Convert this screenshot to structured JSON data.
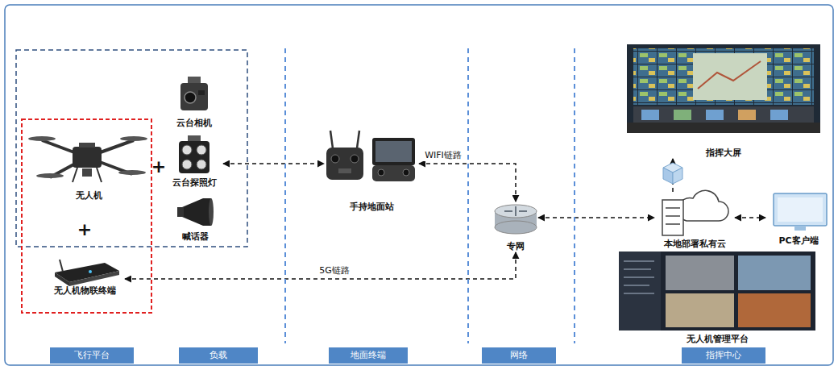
{
  "diagram": {
    "nodes": [
      {
        "text": [
          "云台相机"
        ]
      },
      {
        "text": [
          "无人机"
        ]
      },
      {
        "text": [
          "云台探照灯"
        ]
      },
      {
        "text": [
          "喊话器"
        ]
      },
      {
        "text": [
          "无人机物联终端"
        ]
      },
      {
        "text": [
          "手持地面站"
        ]
      },
      {
        "text": [
          "专网"
        ]
      },
      {
        "text": [
          "指挥大屏"
        ]
      },
      {
        "text": [
          "本地部署私有云"
        ]
      },
      {
        "text": [
          "PC客户端"
        ]
      },
      {
        "text": [
          "无人机管理平台"
        ]
      },
      {
        "text": [
          "飞行平台"
        ]
      },
      {
        "text": [
          "负载"
        ]
      },
      {
        "text": [
          "地面终端"
        ]
      },
      {
        "text": [
          "网络"
        ]
      },
      {
        "text": [
          "指挥中心"
        ]
      }
    ],
    "edges": [
      {
        "from": 2,
        "to": 5,
        "arrow": "both"
      },
      {
        "from": 5,
        "to": 6,
        "label": "WIFI链路",
        "arrow": "both"
      },
      {
        "from": 4,
        "to": 6,
        "label": "5G链路",
        "arrow": "both"
      },
      {
        "from": 6,
        "to": 8,
        "arrow": "both"
      },
      {
        "from": 8,
        "to": 9,
        "arrow": "both"
      },
      {
        "from": 8,
        "to": 7,
        "arrow": "to"
      }
    ],
    "labels": [
      "+",
      "+"
    ]
  }
}
